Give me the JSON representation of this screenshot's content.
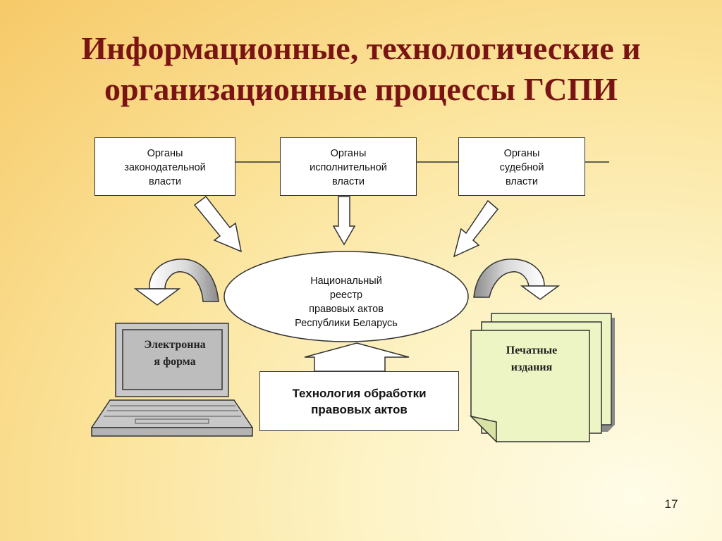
{
  "slide": {
    "title_lines": [
      "Информационные, технологические и",
      "организационные процессы ГСПИ"
    ],
    "slide_number": "17"
  },
  "diagram": {
    "branches": [
      {
        "lines": [
          "Органы",
          "законодательной",
          "власти"
        ]
      },
      {
        "lines": [
          "Органы",
          "исполнительной",
          "власти"
        ]
      },
      {
        "lines": [
          "Органы",
          "судебной",
          "власти"
        ]
      }
    ],
    "registry": {
      "lines": [
        "Национальный",
        "реестр",
        "правовых актов",
        "Республики Беларусь"
      ]
    },
    "technology": {
      "lines": [
        "Технология обработки",
        "правовых актов"
      ]
    },
    "electronic_form": {
      "lines": [
        "Электронна",
        "я форма"
      ]
    },
    "printed": {
      "lines": [
        "Печатные",
        "издания"
      ]
    }
  },
  "colors": {
    "title": "#7a1414",
    "printed_pages": "#eef5c4",
    "laptop_body": "#c8c8c8",
    "arrow_fill": "#ffffff",
    "curved_arrow_shade": "#9a9a9a"
  }
}
